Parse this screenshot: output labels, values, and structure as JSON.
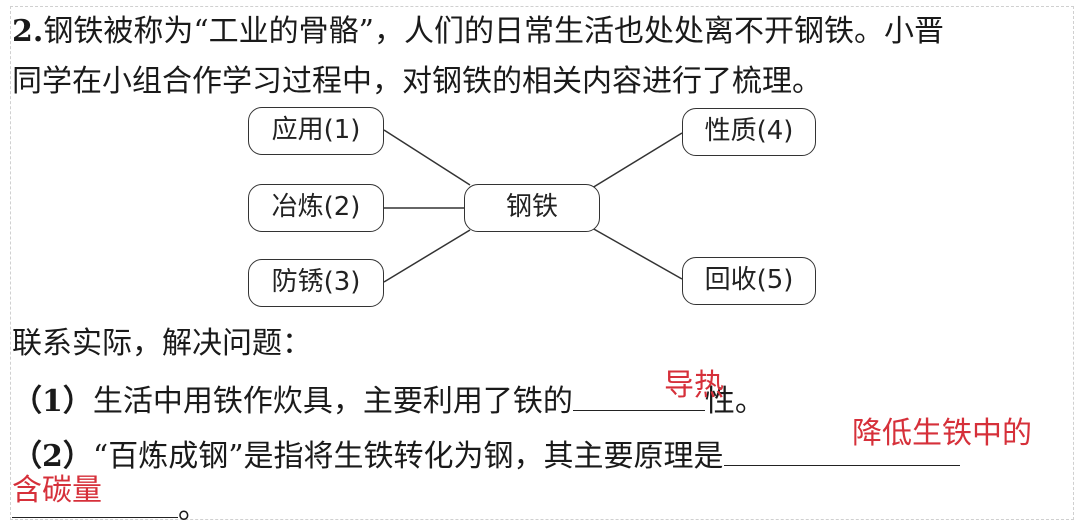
{
  "question": {
    "number": "2.",
    "line1": "钢铁被称为“工业的骨骼”，人们的日常生活也处处离不开钢铁。小晋",
    "line2": "同学在小组合作学习过程中，对钢铁的相关内容进行了梳理。",
    "prompt": "联系实际，解决问题："
  },
  "diagram": {
    "center": "钢铁",
    "left_nodes": [
      "应用(1)",
      "冶炼(2)",
      "防锈(3)"
    ],
    "right_nodes": [
      "性质(4)",
      "回收(5)"
    ]
  },
  "sub1": {
    "label": "（1）",
    "text_before": "生活中用铁作炊具，主要利用了铁的",
    "answer": "导热",
    "text_after": "性。"
  },
  "sub2": {
    "label": "（2）",
    "text_before": "“百炼成钢”是指将生铁转化为钢，其主要原理是",
    "answer_line1": "降低生铁中的",
    "answer_line2": "含碳量",
    "text_after": "。"
  },
  "colors": {
    "answer": "#d6303a",
    "text": "#1a1a1a"
  }
}
